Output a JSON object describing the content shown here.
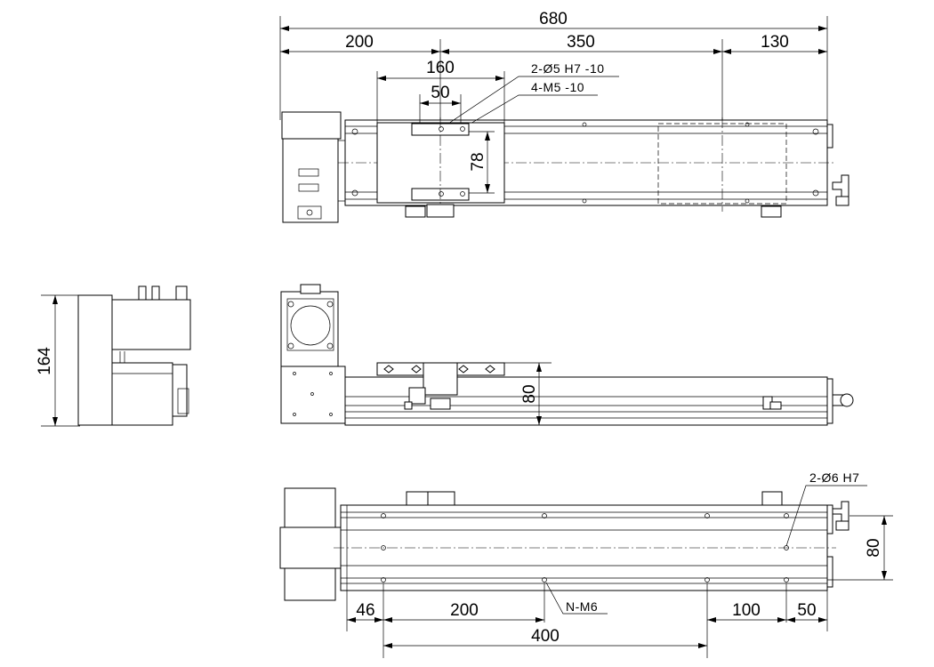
{
  "top_view": {
    "dimensions": {
      "overall": "680",
      "left": "200",
      "middle": "350",
      "right": "130",
      "carriage": "160",
      "pin_spacing": "50",
      "carriage_width": "78"
    },
    "notes": {
      "pins": "2-Ø5 H7 -10",
      "threads": "4-M5 -10"
    }
  },
  "side_view": {
    "dimensions": {
      "height": "164"
    }
  },
  "front_view": {
    "dimensions": {
      "height": "80"
    }
  },
  "bottom_view": {
    "dimensions": {
      "width": "80",
      "end_offset": "46",
      "hole_pitch": "200",
      "right_a": "100",
      "right_b": "50",
      "span": "400"
    },
    "notes": {
      "pins": "2-Ø6 H7",
      "threads": "N-M6"
    }
  }
}
